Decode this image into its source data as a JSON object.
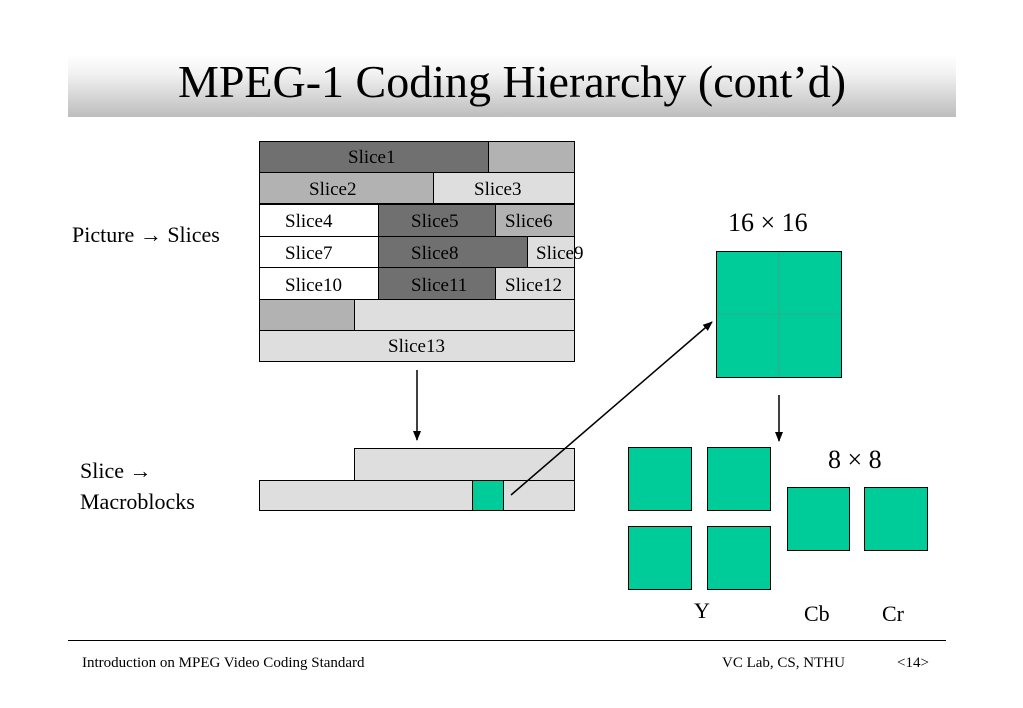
{
  "title": "MPEG-1 Coding Hierarchy (cont’d)",
  "labels": {
    "picture_slices": "Picture → Slices",
    "slice_macro_line1": "Slice →",
    "slice_macro_line2": "Macroblocks",
    "size16": "16 × 16",
    "size8": "8 × 8",
    "y": "Y",
    "cb": "Cb",
    "cr": "Cr"
  },
  "slices": {
    "s1": "Slice1",
    "s2": "Slice2",
    "s3": "Slice3",
    "s4": "Slice4",
    "s5": "Slice5",
    "s6": "Slice6",
    "s7": "Slice7",
    "s8": "Slice8",
    "s9": "Slice9",
    "s10": "Slice10",
    "s11": "Slice11",
    "s12": "Slice12",
    "s13": "Slice13"
  },
  "colors": {
    "dark_slice": "#707070",
    "mid_slice": "#b2b2b2",
    "light_slice": "#dedede",
    "macroblock": "#00cc99"
  },
  "footer": {
    "left": "Introduction on MPEG Video Coding Standard",
    "right": "VC Lab, CS, NTHU",
    "page": "<14>"
  }
}
